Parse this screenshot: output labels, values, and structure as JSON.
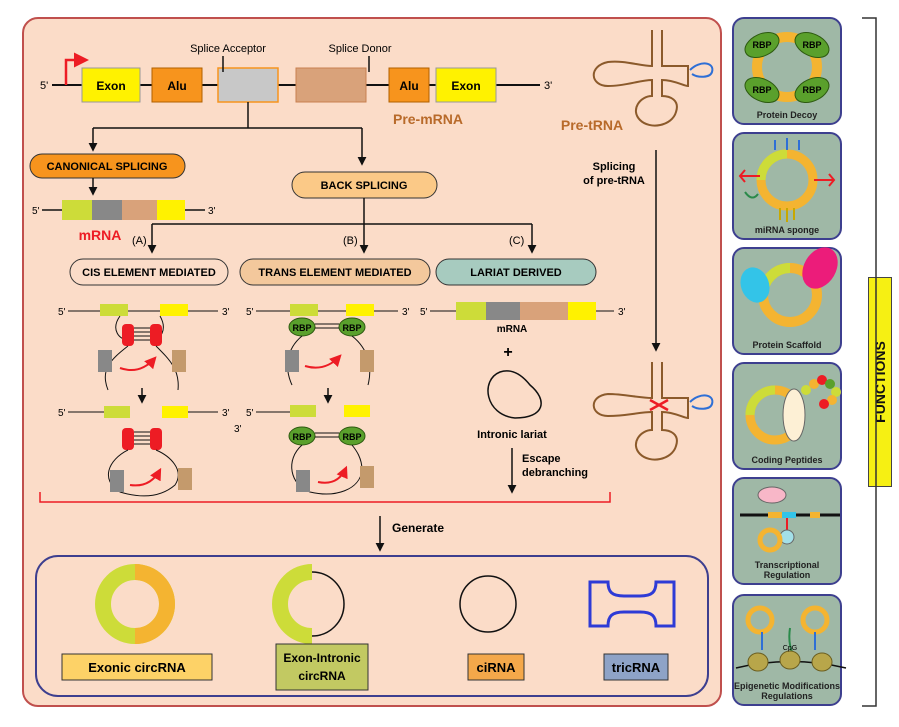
{
  "pre_mrna": {
    "five_prime": "5'",
    "three_prime": "3'",
    "exon_left": "Exon",
    "alu_left": "Alu",
    "splice_acceptor": "Splice Acceptor",
    "splice_donor": "Splice Donor",
    "alu_right": "Alu",
    "exon_right": "Exon",
    "label": "Pre-mRNA"
  },
  "canonical": {
    "label": "CANONICAL SPLICING",
    "five_prime": "5'",
    "three_prime": "3'",
    "mrna_label": "mRNA"
  },
  "back_splicing": {
    "label": "BACK SPLICING"
  },
  "paths": {
    "a_letter": "(A)",
    "b_letter": "(B)",
    "c_letter": "(C)",
    "cis_label": "CIS ELEMENT MEDIATED",
    "trans_label": "TRANS ELEMENT MEDIATED",
    "lariat_label": "LARIAT DERIVED",
    "five_prime": "5'",
    "three_prime": "3'",
    "rbp": "RBP",
    "mrna": "mRNA",
    "plus": "+",
    "intronic_lariat": "Intronic lariat",
    "escape_line1": "Escape",
    "escape_line2": "debranching"
  },
  "trna": {
    "label": "Pre-tRNA",
    "splicing_line1": "Splicing",
    "splicing_line2": "of pre-tRNA"
  },
  "generate": {
    "label": "Generate"
  },
  "products": {
    "exonic": "Exonic circRNA",
    "exon_intronic_line1": "Exon-Intronic",
    "exon_intronic_line2": "circRNA",
    "cirna": "ciRNA",
    "tricrna": "tricRNA"
  },
  "functions": {
    "title": "FUNCTIONS",
    "rbp": "RBP",
    "protein_decoy": "Protein Decoy",
    "mirna_sponge": "miRNA sponge",
    "protein_scaffold": "Protein Scaffold",
    "coding_peptides": "Coding Peptides",
    "transcriptional_line1": "Transcriptional",
    "transcriptional_line2": "Regulation",
    "epigenetic_line1": "Epigenetic Modifications",
    "epigenetic_line2": "Regulations",
    "cpg": "CpG"
  },
  "colors": {
    "panel_bg": "#fbdcc8",
    "panel_border": "#c0504d",
    "exon_yellow": "#fff200",
    "alu_orange": "#f7941d",
    "function_bg": "#9fb8a6",
    "function_border": "#3d3f8f",
    "red_accent": "#ed1c24"
  }
}
